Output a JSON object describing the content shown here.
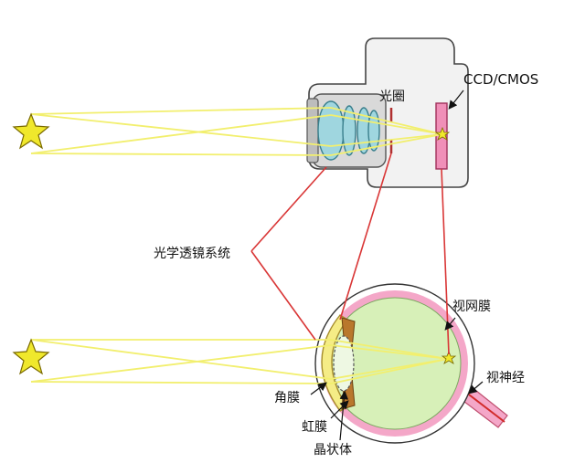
{
  "labels": {
    "aperture": "光圈",
    "sensor": "CCD/CMOS",
    "lens_system": "光学透镜系统",
    "retina": "视网膜",
    "optic_nerve": "视神经",
    "cornea": "角膜",
    "iris": "虹膜",
    "crystalline_lens": "晶状体"
  },
  "colors": {
    "ray": "#f2ef6e",
    "star": "#f0e82c",
    "lens_fill": "#9fd6df",
    "camera_body": "#f2f2f2",
    "sensor": "#f08fb8",
    "leader": "#d93636",
    "eyeball": "#d7f0b8",
    "sclera": "#f4a7c8",
    "cornea": "#f5ec86",
    "iris": "#b9772c"
  },
  "icons": [
    "star-icon",
    "camera-icon",
    "eye-icon"
  ]
}
